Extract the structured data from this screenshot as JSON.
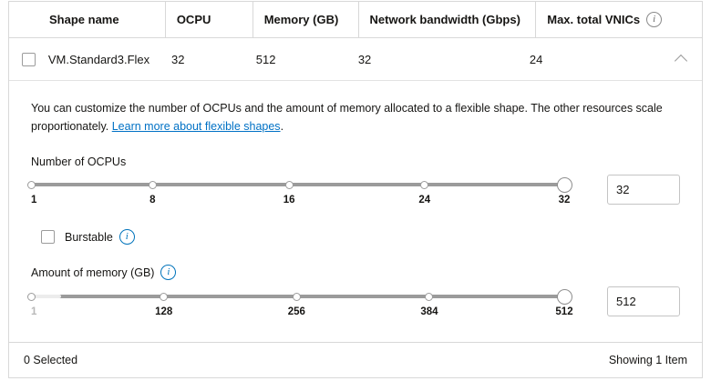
{
  "table": {
    "columns": [
      {
        "key": "shape_name",
        "label": "Shape name",
        "info": false
      },
      {
        "key": "ocpu",
        "label": "OCPU",
        "info": false
      },
      {
        "key": "memory",
        "label": "Memory (GB)",
        "info": false
      },
      {
        "key": "network",
        "label": "Network bandwidth (Gbps)",
        "info": false
      },
      {
        "key": "vnics",
        "label": "Max. total VNICs",
        "info": true
      }
    ],
    "row": {
      "shape_name": "VM.Standard3.Flex",
      "ocpu": "32",
      "memory": "512",
      "network": "32",
      "vnics": "24",
      "checkbox_checked": false,
      "expanded": true,
      "expand_icon": "chevron-up-icon",
      "checkbox_icon": "checkbox-unchecked-icon"
    }
  },
  "expanded": {
    "description_part1": "You can customize the number of OCPUs and the amount of memory allocated to a flexible shape. The other resources scale proportionately. ",
    "link_text": "Learn more about flexible shapes",
    "description_part2": ".",
    "ocpu_slider": {
      "label": "Number of OCPUs",
      "has_info_icon": false,
      "min": 1,
      "max": 32,
      "value": 32,
      "input_value": "32",
      "ticks": [
        {
          "label": "1",
          "pos_pct": 0,
          "muted": false
        },
        {
          "label": "8",
          "pos_pct": 22.8,
          "muted": false
        },
        {
          "label": "16",
          "pos_pct": 48.4,
          "muted": false
        },
        {
          "label": "24",
          "pos_pct": 73.8,
          "muted": false
        },
        {
          "label": "32",
          "pos_pct": 100,
          "muted": false
        }
      ],
      "inactive_pct": 0
    },
    "burstable": {
      "label": "Burstable",
      "checked": false,
      "has_info_icon": true,
      "info_icon_color": "#0073bb"
    },
    "memory_slider": {
      "label": "Amount of memory (GB)",
      "has_info_icon": true,
      "min": 1,
      "max": 512,
      "value": 512,
      "input_value": "512",
      "ticks": [
        {
          "label": "1",
          "pos_pct": 0,
          "muted": true
        },
        {
          "label": "128",
          "pos_pct": 24.9,
          "muted": false
        },
        {
          "label": "256",
          "pos_pct": 49.8,
          "muted": false
        },
        {
          "label": "384",
          "pos_pct": 74.7,
          "muted": false
        },
        {
          "label": "512",
          "pos_pct": 100,
          "muted": false
        }
      ],
      "inactive_pct": 5.6
    }
  },
  "footer": {
    "selected_text": "0 Selected",
    "showing_text": "Showing 1 Item"
  },
  "colors": {
    "link": "#0071c5",
    "info_blue": "#0073bb",
    "border": "#d8d8d8",
    "track": "#9b9b9b",
    "track_inactive": "#ececec",
    "text": "#161513",
    "muted_text": "#b8b8b8"
  },
  "icons": {
    "info": "i",
    "chevron_up": "chevron-up-icon"
  }
}
